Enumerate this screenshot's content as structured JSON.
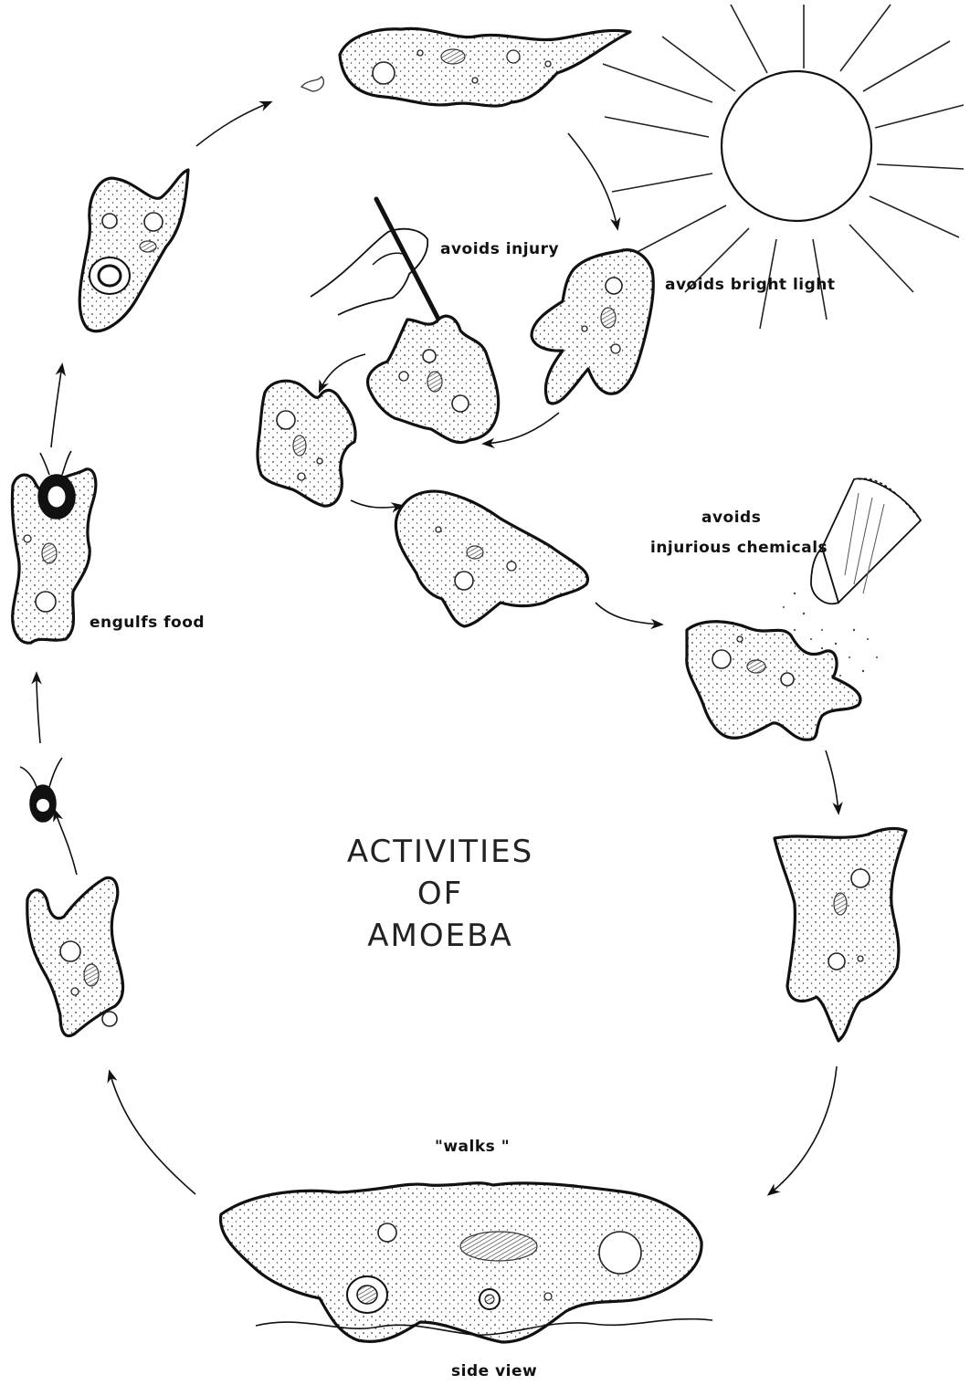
{
  "title_lines": [
    "ACTIVITIES",
    "OF",
    "AMOEBA"
  ],
  "labels": {
    "avoids_injury": "avoids injury",
    "avoids_bright_light": "avoids bright light",
    "avoids_chemicals_line1": "avoids",
    "avoids_chemicals_line2": "injurious chemicals",
    "engulfs_food": "engulfs food",
    "walks": "\"walks \"",
    "side_view": "side view"
  },
  "colors": {
    "ink": "#111111",
    "paper": "#ffffff"
  }
}
